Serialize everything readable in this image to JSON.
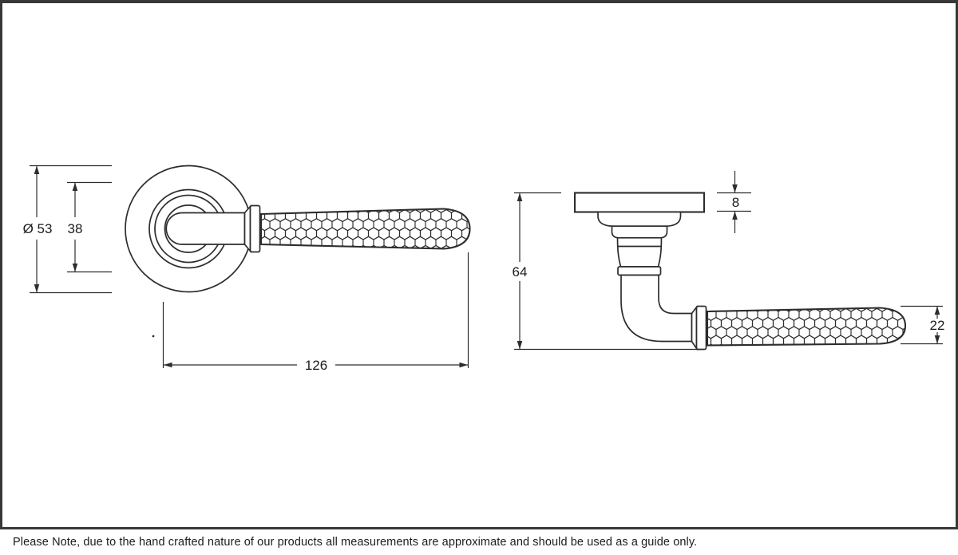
{
  "drawing": {
    "front_view": {
      "diameter_label": "Ø 53",
      "rose_inner_label": "38",
      "lever_length_label": "126"
    },
    "side_view": {
      "rose_thickness_label": "8",
      "projection_label": "64",
      "grip_width_label": "22"
    }
  },
  "note_bar": {
    "text": "Please Note, due to the hand crafted nature of our products all measurements are approximate and should be used as a guide only."
  },
  "colors": {
    "line": "#2d2d2d",
    "frame_border": "#383838",
    "background": "#ffffff",
    "text": "#1c1c1c"
  }
}
